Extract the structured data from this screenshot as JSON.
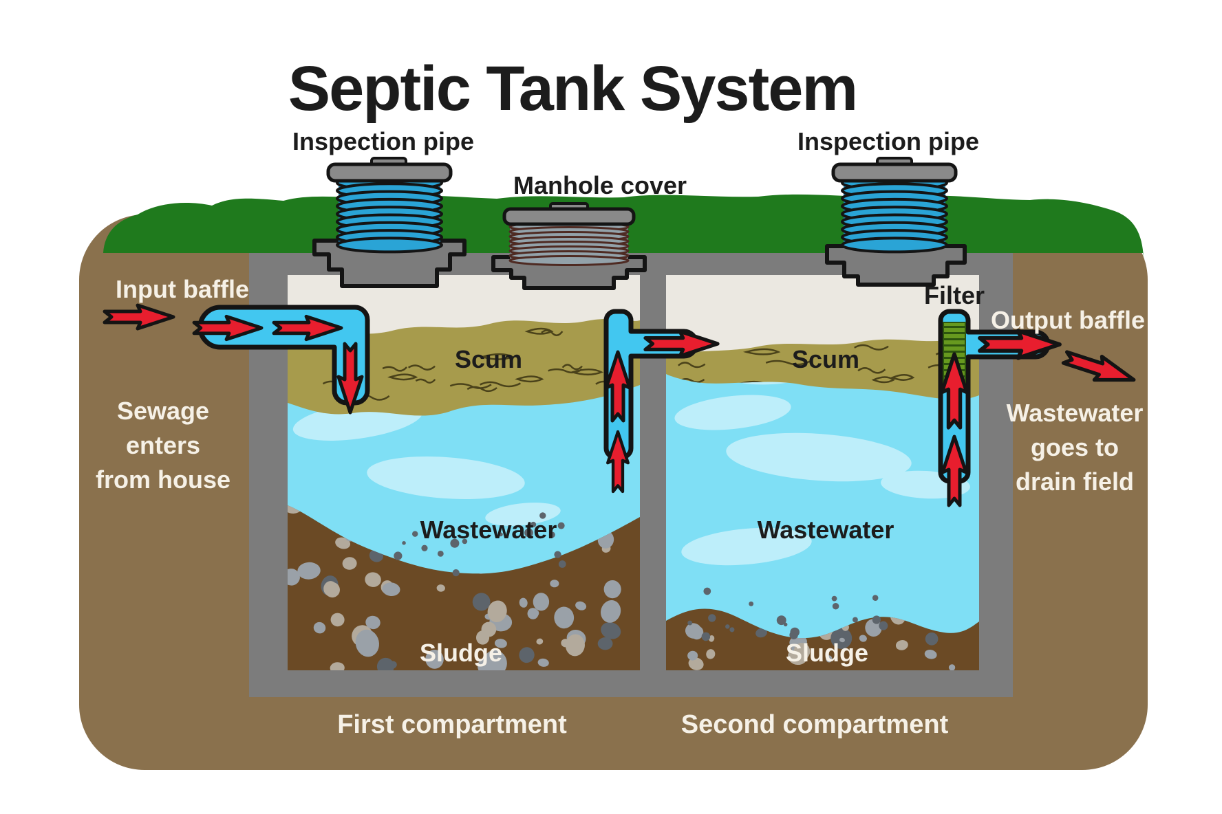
{
  "title": "Septic Tank System",
  "labels": {
    "inspection_pipe_left": "Inspection pipe",
    "manhole_cover": "Manhole cover",
    "inspection_pipe_right": "Inspection pipe",
    "input_baffle": "Input baffle",
    "filter": "Filter",
    "output_baffle": "Output baffle",
    "scum_first": "Scum",
    "scum_second": "Scum",
    "wastewater_first": "Wastewater",
    "wastewater_second": "Wastewater",
    "sludge_first": "Sludge",
    "sludge_second": "Sludge",
    "first_compartment": "First compartment",
    "second_compartment": "Second compartment"
  },
  "annotations": {
    "sewage": {
      "line1": "Sewage",
      "line2": "enters",
      "line3": "from house"
    },
    "drain": {
      "line1": "Wastewater",
      "line2": "goes to",
      "line3": "drain field"
    }
  },
  "icons": {
    "flow_arrow": "red-flow-arrow"
  },
  "colors": {
    "background": "#ffffff",
    "soil": "#8a714d",
    "grass": "#1f7a1d",
    "tank_gray": "#7c7c7c",
    "headspace": "#ebe8e1",
    "scum": "#a79b4c",
    "scum_line": "#4a421a",
    "water": "#7fdff5",
    "water_light": "#bdeefa",
    "sludge": "#6b4a25",
    "pebble_gray": "#9aa1a8",
    "pebble_tan": "#b3aa9c",
    "pebble_dark": "#5d646b",
    "pipe_blue": "#42c7f0",
    "pipe_ring_blue": "#2aa4d6",
    "pipe_ring_blue_dark": "#1781b4",
    "manhole_ring": "#93a2aa",
    "manhole_ring_line": "#4e2a22",
    "manhole_body": "#79838a",
    "riser_gray": "#7c7c7c",
    "cap_gray": "#8a8a8a",
    "outline": "#141414",
    "arrow_red": "#e81e2e",
    "filter_green": "#67991f",
    "filter_stripe": "#2c540e",
    "text_dark": "#1c1c1c",
    "text_light": "#f6f1e7"
  }
}
